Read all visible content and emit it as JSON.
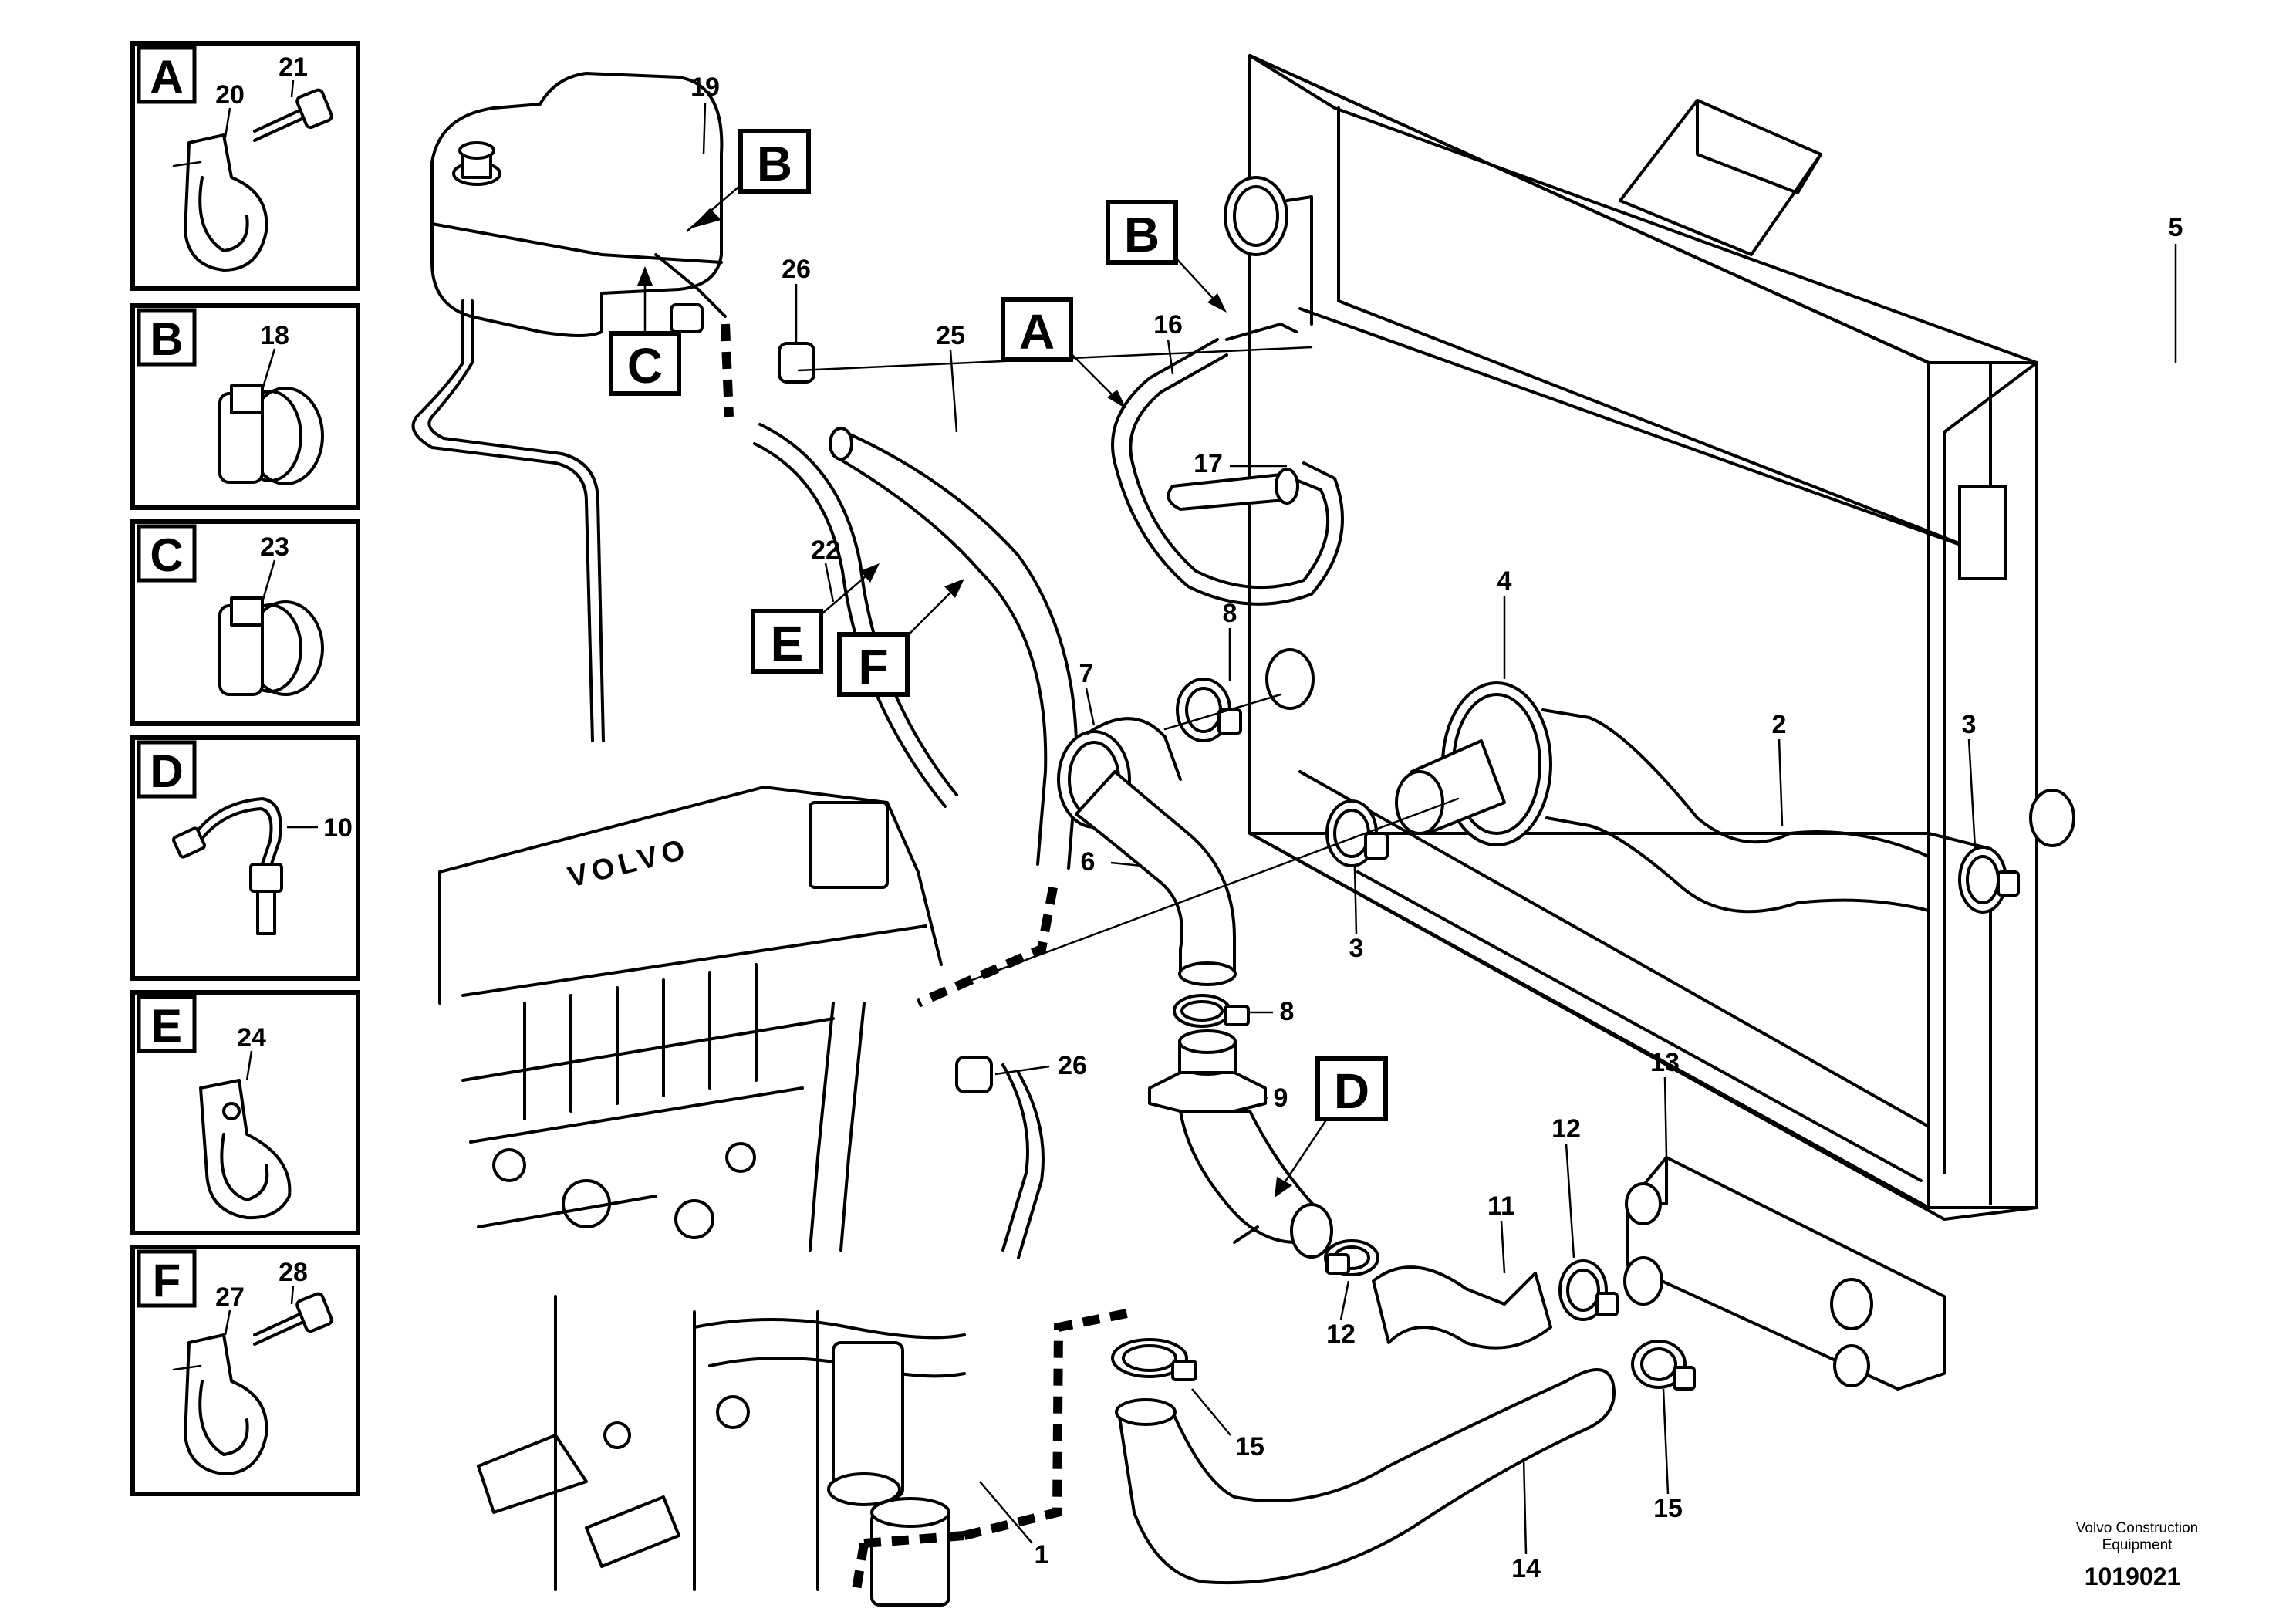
{
  "insets": [
    {
      "letter": "A",
      "parts": [
        "20",
        "21"
      ]
    },
    {
      "letter": "B",
      "parts": [
        "18"
      ]
    },
    {
      "letter": "C",
      "parts": [
        "23"
      ]
    },
    {
      "letter": "D",
      "parts": [
        "10"
      ]
    },
    {
      "letter": "E",
      "parts": [
        "24"
      ]
    },
    {
      "letter": "F",
      "parts": [
        "27",
        "28"
      ]
    }
  ],
  "callout_letters": [
    "B",
    "C",
    "A",
    "B",
    "E",
    "F",
    "D"
  ],
  "part_numbers": [
    "19",
    "26",
    "25",
    "16",
    "17",
    "22",
    "5",
    "8",
    "7",
    "4",
    "2",
    "3",
    "6",
    "3",
    "8",
    "9",
    "26",
    "13",
    "12",
    "11",
    "12",
    "15",
    "15",
    "14",
    "1"
  ],
  "engine_stamp": "VOLVO",
  "footer": {
    "company_line1": "Volvo Construction",
    "company_line2": "Equipment",
    "drawing_number": "1019021"
  }
}
